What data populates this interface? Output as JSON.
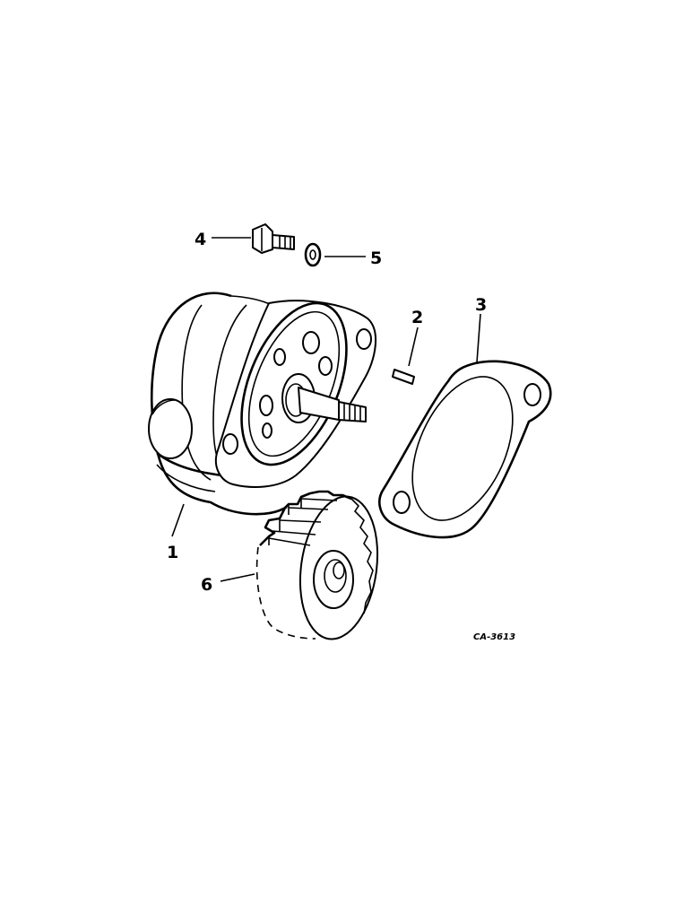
{
  "figure": {
    "callouts": [
      {
        "id": "1",
        "label": "1"
      },
      {
        "id": "2",
        "label": "2"
      },
      {
        "id": "3",
        "label": "3"
      },
      {
        "id": "4",
        "label": "4"
      },
      {
        "id": "5",
        "label": "5"
      },
      {
        "id": "6",
        "label": "6"
      }
    ],
    "drawing_code": "CA-3613"
  }
}
